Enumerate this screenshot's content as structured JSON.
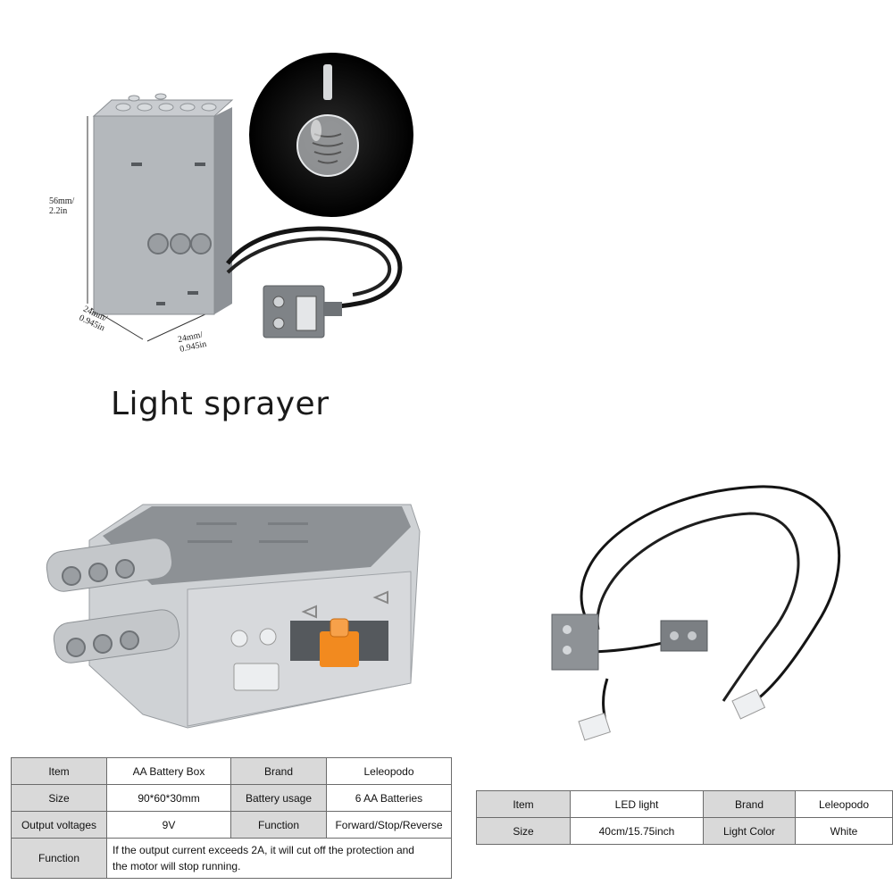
{
  "top_product": {
    "title": "Light sprayer",
    "dims": {
      "height": [
        "56mm/",
        "2.2in"
      ],
      "depth": [
        "24mm/",
        "0.945in"
      ],
      "width": [
        "24mm/",
        "0.945in"
      ]
    }
  },
  "battery_table": {
    "rows": [
      [
        "Item",
        "AA Battery Box",
        "Brand",
        "Leleopodo"
      ],
      [
        "Size",
        "90*60*30mm",
        "Battery usage",
        "6 AA Batteries"
      ],
      [
        "Output voltages",
        "9V",
        "Function",
        "Forward/Stop/Reverse"
      ]
    ],
    "function_label": "Function",
    "function_text": [
      "If the output current exceeds 2A, it will cut off the protection and",
      "the motor will stop running."
    ]
  },
  "led_table": {
    "rows": [
      [
        "Item",
        "LED light",
        "Brand",
        "Leleopodo"
      ],
      [
        "Size",
        "40cm/15.75inch",
        "Light Color",
        "White"
      ]
    ]
  },
  "colors": {
    "brick_gray": "#a9adb1",
    "cable_black": "#141414",
    "switch_orange": "#f28a1f",
    "header_cell": "#d9d9d9"
  }
}
